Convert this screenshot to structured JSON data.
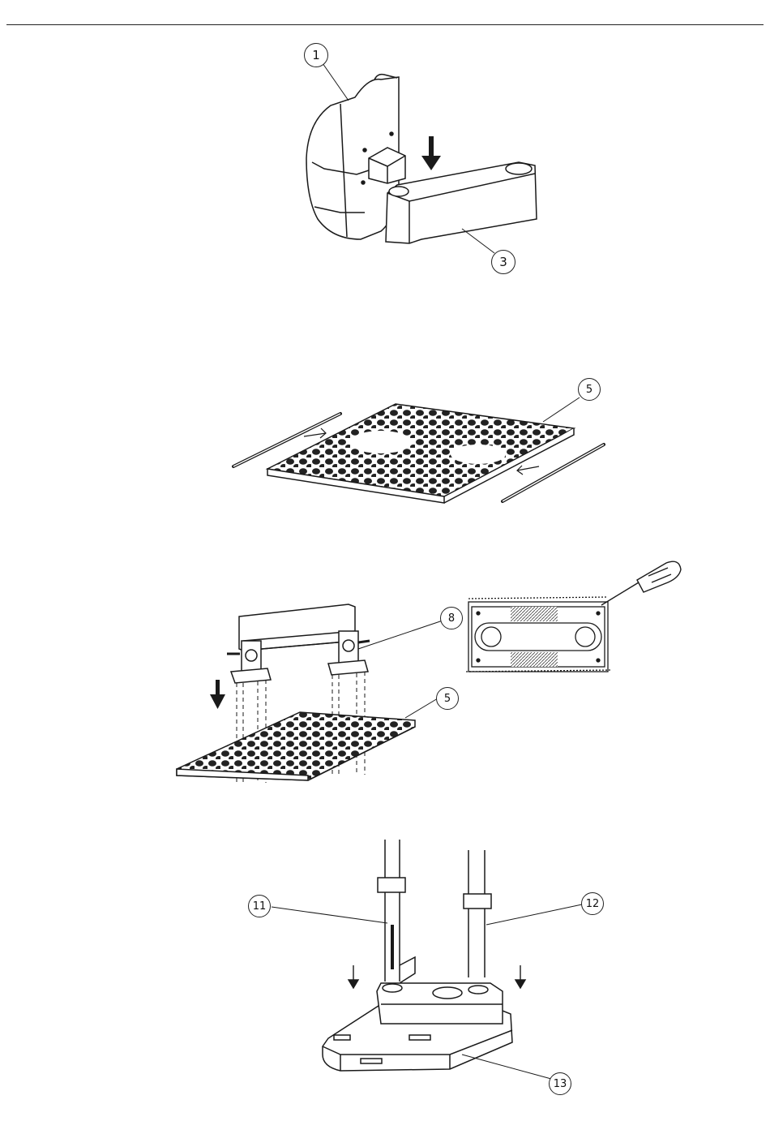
{
  "figures": [
    {
      "id": "step-1",
      "callouts": [
        {
          "label": "1"
        },
        {
          "label": "3"
        }
      ]
    },
    {
      "id": "step-2",
      "callouts": [
        {
          "label": "5"
        }
      ]
    },
    {
      "id": "step-3",
      "callouts": [
        {
          "label": "8"
        },
        {
          "label": "5"
        }
      ]
    },
    {
      "id": "step-4",
      "callouts": [
        {
          "label": "11"
        },
        {
          "label": "12"
        },
        {
          "label": "13"
        }
      ]
    }
  ],
  "colors": {
    "line": "#1a1a1a",
    "fill_dark": "#2a2a2a",
    "fill_light": "#ffffff"
  },
  "icons": [
    "down-arrow-icon",
    "screwdriver-icon"
  ]
}
